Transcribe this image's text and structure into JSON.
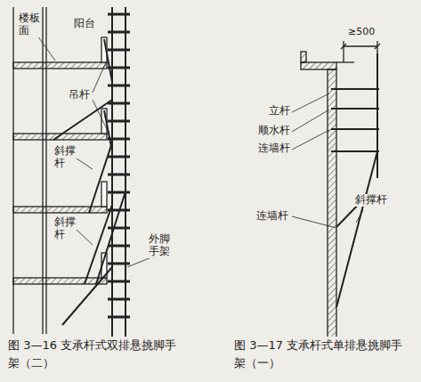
{
  "diagram": {
    "labels": [
      "楼板面",
      "阳台",
      "吊杆",
      "斜撑杆",
      "斜撑杆",
      "外脚手架",
      "≥500",
      "立杆",
      "顺水杆",
      "连墙杆",
      "连墙杆",
      "斜撑杆",
      "图 3—16  支承杆式双排悬挑脚手架（二）",
      "图 3—17  支承杆式单排悬挑脚手架（一）"
    ]
  }
}
